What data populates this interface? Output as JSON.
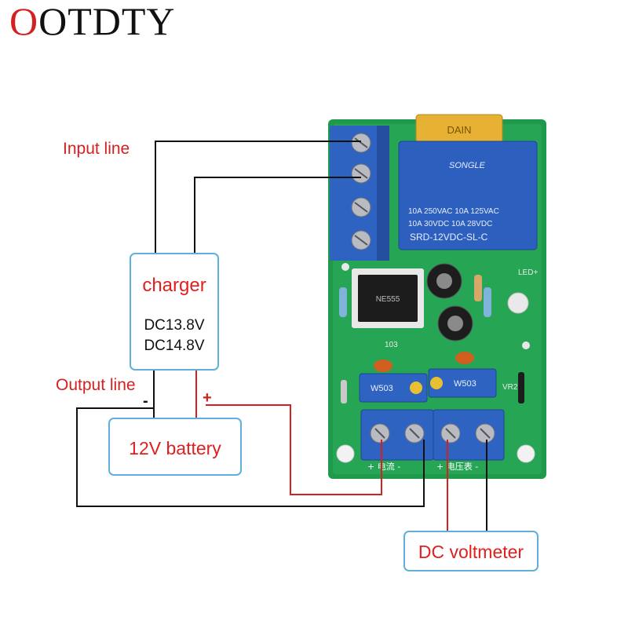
{
  "brand": {
    "text": "OOTDTY",
    "first": "O",
    "rest": "OTDTY"
  },
  "labels": {
    "input_line": "Input line",
    "output_line": "Output line",
    "minus": "-",
    "plus": "+"
  },
  "charger": {
    "title": "charger",
    "spec1": "DC13.8V",
    "spec2": "DC14.8V"
  },
  "battery": {
    "label": "12V battery"
  },
  "voltmeter": {
    "label": "DC voltmeter"
  },
  "board": {
    "relay_brand": "SONGLE",
    "relay_line1": "10A 250VAC  10A 125VAC",
    "relay_line2": "10A  30VDC  10A  28VDC",
    "relay_model": "SRD-12VDC-SL-C",
    "cap_brand": "DAIN",
    "pot1": "W503",
    "pot2": "W503",
    "cap_103": "103",
    "terminal_current": "+ 电流 -",
    "terminal_voltmeter": "+ 电压表 -",
    "vr2": "VR2",
    "led": "LED+",
    "chip": "NE555"
  },
  "colors": {
    "wire_black": "#111111",
    "wire_red": "#d42020",
    "box_border": "#5fb0df",
    "pcb": "#1f9a4c",
    "terminal": "#2f63c2",
    "relay": "#2d5fbf"
  }
}
